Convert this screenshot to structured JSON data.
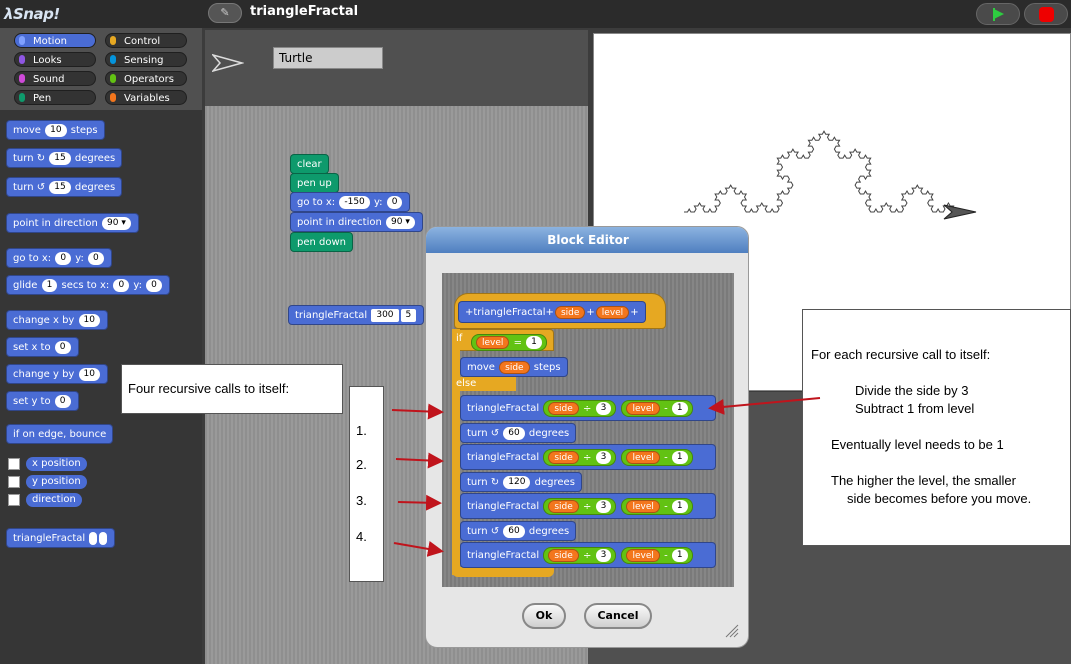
{
  "app": {
    "logo": "λSnap!",
    "project_name": "triangleFractal"
  },
  "categories": [
    {
      "label": "Motion",
      "color": "#4a6cd4",
      "active": true
    },
    {
      "label": "Control",
      "color": "#e6a822"
    },
    {
      "label": "Looks",
      "color": "#8f56e3"
    },
    {
      "label": "Sensing",
      "color": "#0494dc"
    },
    {
      "label": "Sound",
      "color": "#cf4ad9"
    },
    {
      "label": "Operators",
      "color": "#62c213"
    },
    {
      "label": "Pen",
      "color": "#0e9a6c"
    },
    {
      "label": "Variables",
      "color": "#f3761d"
    }
  ],
  "palette": {
    "move": {
      "pre": "move",
      "val": "10",
      "post": "steps"
    },
    "turn_cw": {
      "pre": "turn ↻",
      "val": "15",
      "post": "degrees"
    },
    "turn_ccw": {
      "pre": "turn ↺",
      "val": "15",
      "post": "degrees"
    },
    "point_dir": {
      "pre": "point in direction",
      "val": "90 ▾"
    },
    "goto": {
      "pre": "go to x:",
      "x": "0",
      "mid": "y:",
      "y": "0"
    },
    "glide": {
      "pre": "glide",
      "val": "1",
      "mid1": "secs to x:",
      "x": "0",
      "mid2": "y:",
      "y": "0"
    },
    "change_x": {
      "pre": "change x by",
      "val": "10"
    },
    "set_x": {
      "pre": "set x to",
      "val": "0"
    },
    "change_y": {
      "pre": "change y by",
      "val": "10"
    },
    "set_y": {
      "pre": "set y to",
      "val": "0"
    },
    "bounce": "if on edge, bounce",
    "reporters": [
      "x position",
      "y position",
      "direction"
    ],
    "custom": "triangleFractal"
  },
  "sprite": {
    "name": "Turtle"
  },
  "script": {
    "clear": "clear",
    "pen_up": "pen up",
    "goto": {
      "pre": "go to x:",
      "x": "-150",
      "mid": "y:",
      "y": "0"
    },
    "point_dir": {
      "pre": "point in direction",
      "val": "90 ▾"
    },
    "pen_down": "pen down",
    "call": {
      "name": "triangleFractal",
      "a": "300",
      "b": "5"
    }
  },
  "editor": {
    "title": "Block Editor",
    "hat": {
      "name": "triangleFractal",
      "p1": "side",
      "p2": "level"
    },
    "if_kw": "if",
    "cond": {
      "var": "level",
      "op": "=",
      "val": "1"
    },
    "move": {
      "pre": "move",
      "var": "side",
      "post": "steps"
    },
    "else_kw": "else",
    "calls": [
      {
        "name": "triangleFractal",
        "var1": "side",
        "op1": "÷",
        "n1": "3",
        "var2": "level",
        "op2": "-",
        "n2": "1"
      },
      {
        "name": "triangleFractal",
        "var1": "side",
        "op1": "÷",
        "n1": "3",
        "var2": "level",
        "op2": "-",
        "n2": "1"
      },
      {
        "name": "triangleFractal",
        "var1": "side",
        "op1": "÷",
        "n1": "3",
        "var2": "level",
        "op2": "-",
        "n2": "1"
      },
      {
        "name": "triangleFractal",
        "var1": "side",
        "op1": "÷",
        "n1": "3",
        "var2": "level",
        "op2": "-",
        "n2": "1"
      }
    ],
    "turns": [
      {
        "pre": "turn ↺",
        "val": "60",
        "post": "degrees"
      },
      {
        "pre": "turn ↻",
        "val": "120",
        "post": "degrees"
      },
      {
        "pre": "turn ↺",
        "val": "60",
        "post": "degrees"
      }
    ],
    "ok": "Ok",
    "cancel": "Cancel"
  },
  "annotations": {
    "left_title": "Four recursive calls to itself:",
    "numbers": [
      "1.",
      "2.",
      "3.",
      "4."
    ],
    "right": {
      "line1": "For each recursive call to itself:",
      "line2": "Divide the side by 3",
      "line3": "Subtract 1 from level",
      "line4": "Eventually level needs to be 1",
      "line5": "The higher the level, the smaller",
      "line6": "side becomes before you move."
    }
  },
  "colors": {
    "motion": "#4a6cd4",
    "pen": "#0e9a6c",
    "control": "#e6a822",
    "operators": "#62c213",
    "variables": "#f3761d",
    "arrow": "#c0141c"
  }
}
